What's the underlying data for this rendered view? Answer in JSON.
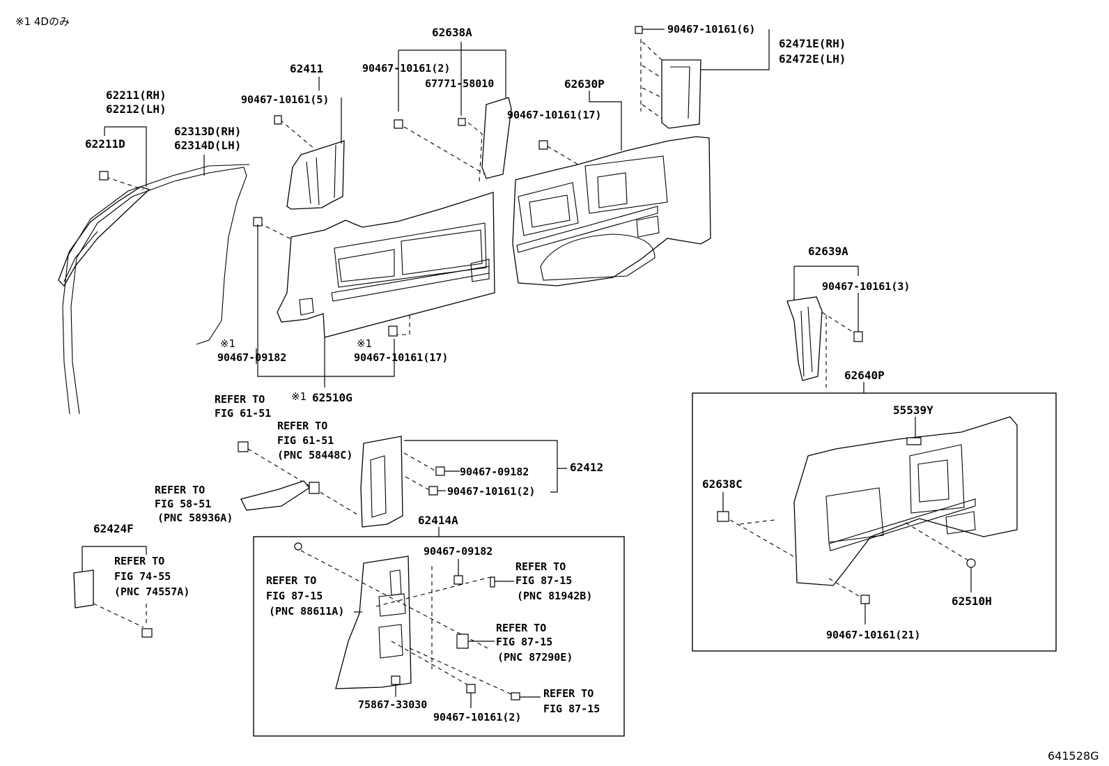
{
  "note_top": "※1 4Dのみ",
  "figure_code": "641528G",
  "labels": {
    "p62211": "62211(RH)",
    "p62212": "62212(LH)",
    "p62211D": "62211D",
    "p62313D": "62313D(RH)",
    "p62314D": "62314D(LH)",
    "p62411": "62411",
    "c_62411": "90467-10161(5)",
    "p62638A": "62638A",
    "c_62638A": "90467-10161(2)",
    "p67771": "67771-58010",
    "p62630P": "62630P",
    "c_62630P": "90467-10161(17)",
    "c_62471": "90467-10161(6)",
    "p62471E": "62471E(RH)",
    "p62472E": "62472E(LH)",
    "p62639A": "62639A",
    "c_62639A": "90467-10161(3)",
    "mark1a": "※1",
    "c_09182a": "90467-09182",
    "mark1b": "※1",
    "c_10161_17b": "90467-10161(17)",
    "mark1c": "※1",
    "p62510G": "62510G",
    "p62640P": "62640P",
    "p55539Y": "55539Y",
    "p62638C": "62638C",
    "p62510H": "62510H",
    "c_62640P": "90467-10161(21)",
    "ref1_a": "REFER TO",
    "ref1_b": "FIG 61-51",
    "ref2_a": "REFER TO",
    "ref2_b": "FIG 61-51",
    "ref2_c": "(PNC 58448C)",
    "ref3_a": "REFER TO",
    "ref3_b": "FIG 58-51",
    "ref3_c": "(PNC 58936A)",
    "c_09182b": "90467-09182",
    "c_10161_2b": "90467-10161(2)",
    "p62412": "62412",
    "p62424F": "62424F",
    "ref4_a": "REFER TO",
    "ref4_b": "FIG 74-55",
    "ref4_c": "(PNC 74557A)",
    "p62414A": "62414A",
    "c_09182c": "90467-09182",
    "ref5_a": "REFER TO",
    "ref5_b": "FIG 87-15",
    "ref5_c": "(PNC 88611A)",
    "ref6_a": "REFER TO",
    "ref6_b": "FIG 87-15",
    "ref6_c": "(PNC 81942B)",
    "ref7_a": "REFER TO",
    "ref7_b": "FIG 87-15",
    "ref7_c": "(PNC 87290E)",
    "p75867": "75867-33030",
    "c_10161_2c": "90467-10161(2)",
    "ref8_a": "REFER TO",
    "ref8_b": "FIG 87-15"
  }
}
